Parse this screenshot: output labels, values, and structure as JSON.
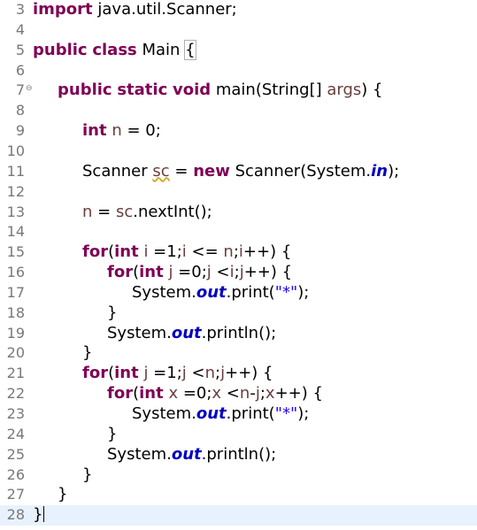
{
  "editor": {
    "colors": {
      "keyword": "#7f0055",
      "local_variable": "#6a3e3e",
      "string": "#2a00ff",
      "static_field": "#0000c0",
      "line_number": "#787878",
      "current_line": "#e8f2fe"
    },
    "current_line": "28",
    "lines": [
      {
        "number": "3",
        "indent": 0,
        "tokens": [
          {
            "t": "import",
            "k": "kw"
          },
          {
            "t": " java.util.Scanner;"
          }
        ]
      },
      {
        "number": "4",
        "indent": 0,
        "tokens": []
      },
      {
        "number": "5",
        "indent": 0,
        "tokens": [
          {
            "t": "public",
            "k": "kw"
          },
          {
            "t": " "
          },
          {
            "t": "class",
            "k": "kw"
          },
          {
            "t": " Main "
          },
          {
            "t": "{",
            "k": "brk"
          }
        ]
      },
      {
        "number": "6",
        "indent": 0,
        "tokens": []
      },
      {
        "number": "7",
        "indent": 1,
        "fold": true,
        "tokens": [
          {
            "t": "public",
            "k": "kw"
          },
          {
            "t": " "
          },
          {
            "t": "static",
            "k": "kw"
          },
          {
            "t": " "
          },
          {
            "t": "void",
            "k": "kw"
          },
          {
            "t": " main(String[] "
          },
          {
            "t": "args",
            "k": "var"
          },
          {
            "t": ") {"
          }
        ]
      },
      {
        "number": "8",
        "indent": 0,
        "tokens": []
      },
      {
        "number": "9",
        "indent": 2,
        "tokens": [
          {
            "t": "int",
            "k": "kw"
          },
          {
            "t": " "
          },
          {
            "t": "n",
            "k": "var"
          },
          {
            "t": " = 0;"
          }
        ]
      },
      {
        "number": "10",
        "indent": 0,
        "tokens": []
      },
      {
        "number": "11",
        "indent": 2,
        "tokens": [
          {
            "t": "Scanner "
          },
          {
            "t": "sc",
            "k": "var warn"
          },
          {
            "t": " = "
          },
          {
            "t": "new",
            "k": "kw"
          },
          {
            "t": " Scanner(System."
          },
          {
            "t": "in",
            "k": "fld"
          },
          {
            "t": ");"
          }
        ]
      },
      {
        "number": "12",
        "indent": 0,
        "tokens": []
      },
      {
        "number": "13",
        "indent": 2,
        "tokens": [
          {
            "t": "n",
            "k": "var"
          },
          {
            "t": " = "
          },
          {
            "t": "sc",
            "k": "var"
          },
          {
            "t": ".nextInt();"
          }
        ]
      },
      {
        "number": "14",
        "indent": 0,
        "tokens": []
      },
      {
        "number": "15",
        "indent": 2,
        "tokens": [
          {
            "t": "for",
            "k": "kw"
          },
          {
            "t": "("
          },
          {
            "t": "int",
            "k": "kw"
          },
          {
            "t": " "
          },
          {
            "t": "i",
            "k": "var"
          },
          {
            "t": " =1;"
          },
          {
            "t": "i",
            "k": "var"
          },
          {
            "t": " <= "
          },
          {
            "t": "n",
            "k": "var"
          },
          {
            "t": ";"
          },
          {
            "t": "i",
            "k": "var"
          },
          {
            "t": "++) {"
          }
        ]
      },
      {
        "number": "16",
        "indent": 3,
        "tokens": [
          {
            "t": "for",
            "k": "kw"
          },
          {
            "t": "("
          },
          {
            "t": "int",
            "k": "kw"
          },
          {
            "t": " "
          },
          {
            "t": "j",
            "k": "var"
          },
          {
            "t": " =0;"
          },
          {
            "t": "j",
            "k": "var"
          },
          {
            "t": " <"
          },
          {
            "t": "i",
            "k": "var"
          },
          {
            "t": ";"
          },
          {
            "t": "j",
            "k": "var"
          },
          {
            "t": "++) {"
          }
        ]
      },
      {
        "number": "17",
        "indent": 4,
        "tokens": [
          {
            "t": "System."
          },
          {
            "t": "out",
            "k": "fld"
          },
          {
            "t": ".print("
          },
          {
            "t": "\"*\"",
            "k": "str"
          },
          {
            "t": ");"
          }
        ]
      },
      {
        "number": "18",
        "indent": 3,
        "tokens": [
          {
            "t": "}"
          }
        ]
      },
      {
        "number": "19",
        "indent": 3,
        "tokens": [
          {
            "t": "System."
          },
          {
            "t": "out",
            "k": "fld"
          },
          {
            "t": ".println();"
          }
        ]
      },
      {
        "number": "20",
        "indent": 2,
        "tokens": [
          {
            "t": "}"
          }
        ]
      },
      {
        "number": "21",
        "indent": 2,
        "tokens": [
          {
            "t": "for",
            "k": "kw"
          },
          {
            "t": "("
          },
          {
            "t": "int",
            "k": "kw"
          },
          {
            "t": " "
          },
          {
            "t": "j",
            "k": "var"
          },
          {
            "t": " =1;"
          },
          {
            "t": "j",
            "k": "var"
          },
          {
            "t": " <"
          },
          {
            "t": "n",
            "k": "var"
          },
          {
            "t": ";"
          },
          {
            "t": "j",
            "k": "var"
          },
          {
            "t": "++) {"
          }
        ]
      },
      {
        "number": "22",
        "indent": 3,
        "tokens": [
          {
            "t": "for",
            "k": "kw"
          },
          {
            "t": "("
          },
          {
            "t": "int",
            "k": "kw"
          },
          {
            "t": " "
          },
          {
            "t": "x",
            "k": "var"
          },
          {
            "t": " =0;"
          },
          {
            "t": "x",
            "k": "var"
          },
          {
            "t": " <"
          },
          {
            "t": "n",
            "k": "var"
          },
          {
            "t": "-"
          },
          {
            "t": "j",
            "k": "var"
          },
          {
            "t": ";"
          },
          {
            "t": "x",
            "k": "var"
          },
          {
            "t": "++) {"
          }
        ]
      },
      {
        "number": "23",
        "indent": 4,
        "tokens": [
          {
            "t": "System."
          },
          {
            "t": "out",
            "k": "fld"
          },
          {
            "t": ".print("
          },
          {
            "t": "\"*\"",
            "k": "str"
          },
          {
            "t": ");"
          }
        ]
      },
      {
        "number": "24",
        "indent": 3,
        "tokens": [
          {
            "t": "}"
          }
        ]
      },
      {
        "number": "25",
        "indent": 3,
        "tokens": [
          {
            "t": "System."
          },
          {
            "t": "out",
            "k": "fld"
          },
          {
            "t": ".println();"
          }
        ]
      },
      {
        "number": "26",
        "indent": 2,
        "tokens": [
          {
            "t": "}"
          }
        ]
      },
      {
        "number": "27",
        "indent": 1,
        "tokens": [
          {
            "t": "}"
          }
        ]
      },
      {
        "number": "28",
        "indent": 0,
        "cursor": true,
        "tokens": [
          {
            "t": "}"
          }
        ]
      }
    ]
  }
}
